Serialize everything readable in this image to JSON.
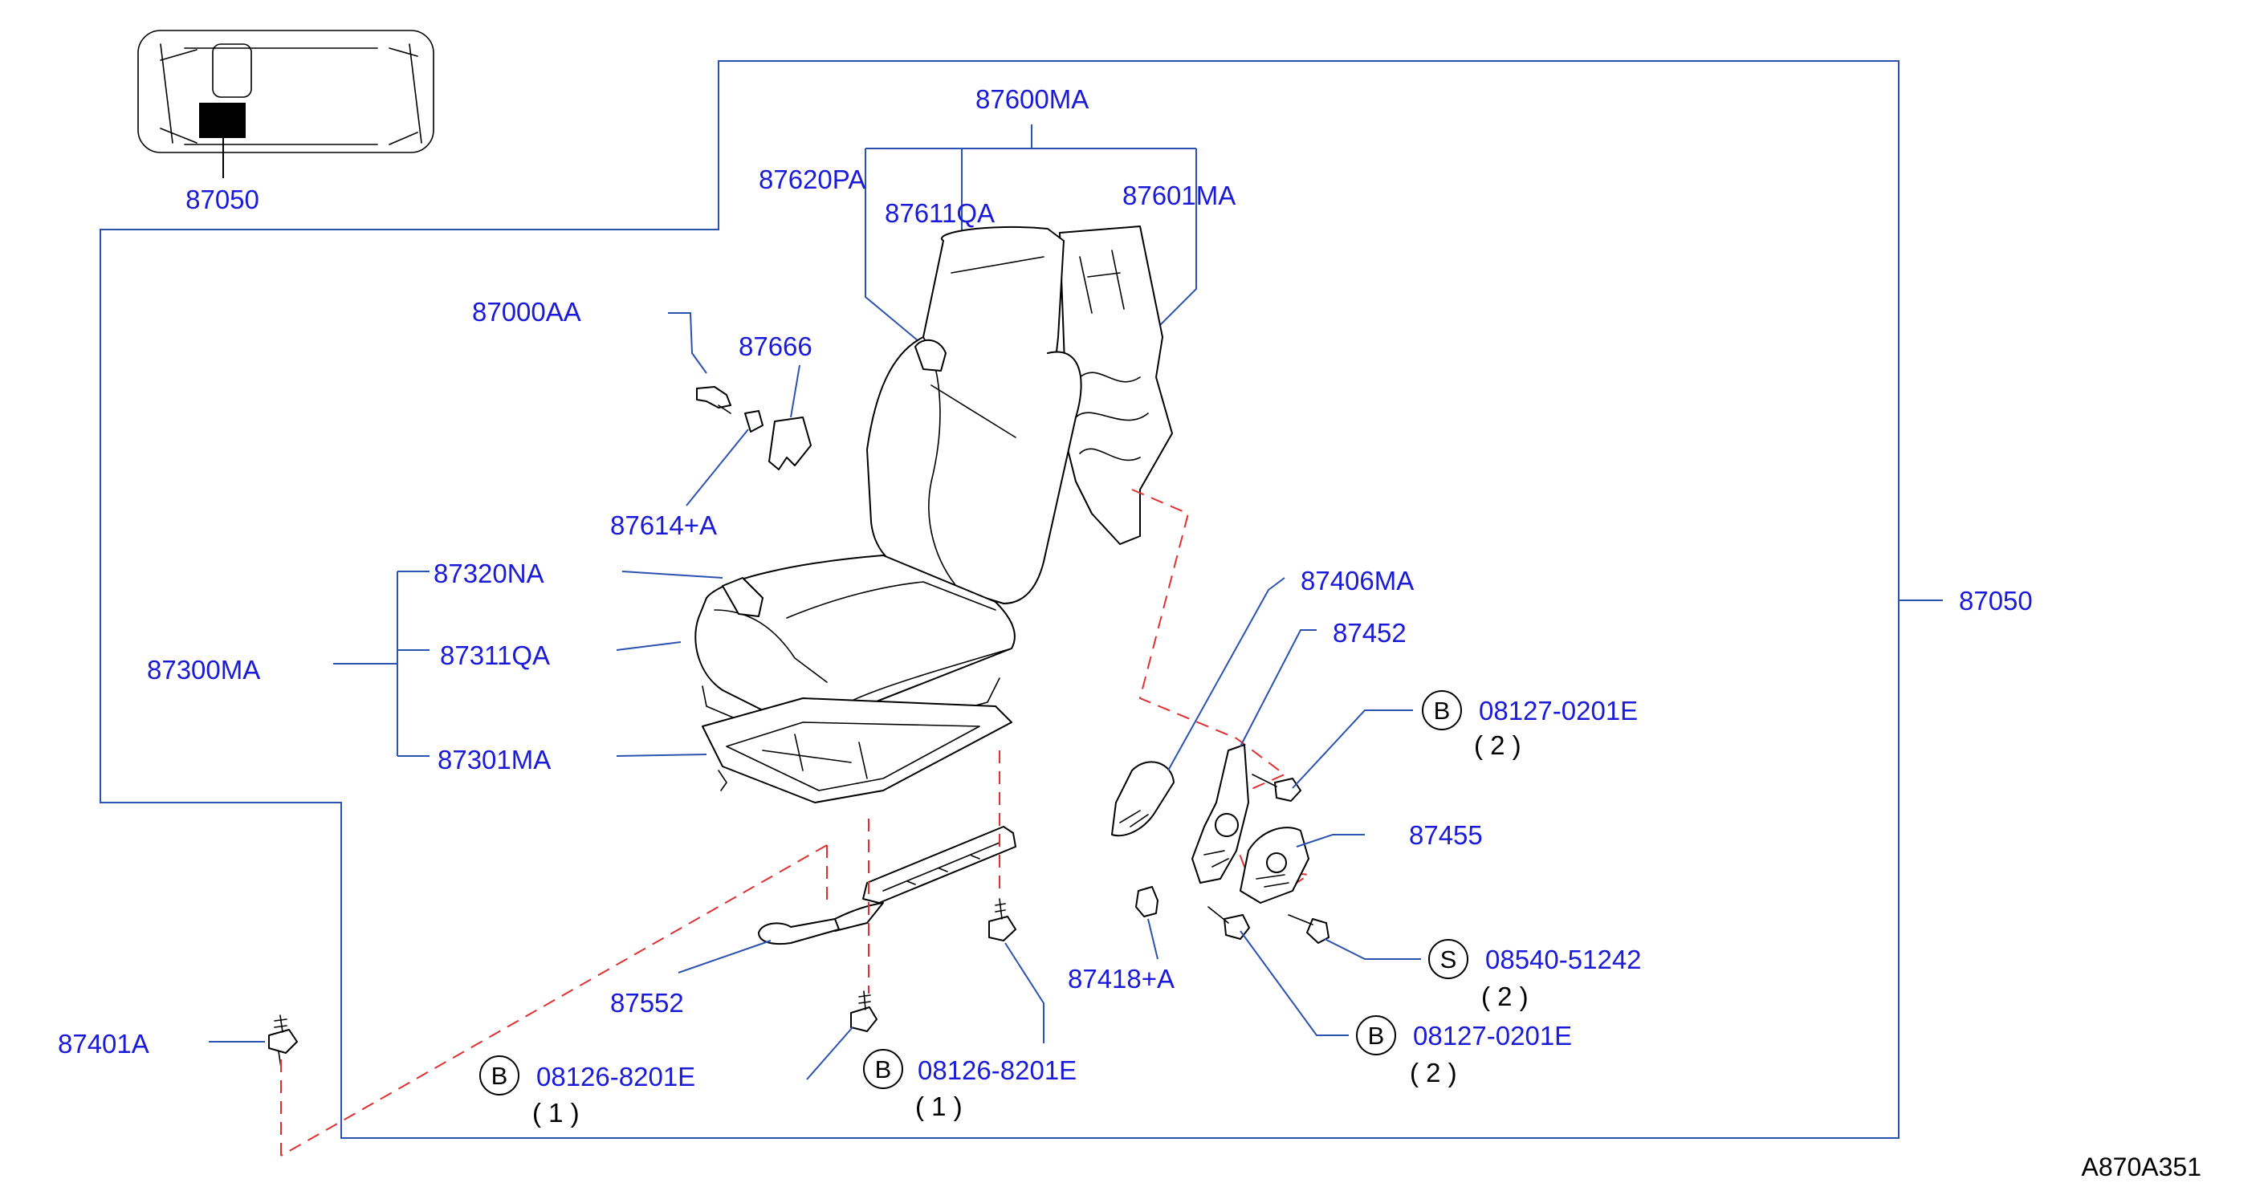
{
  "diagram": {
    "code": "A870A351",
    "colors": {
      "label": "#1a1ad8",
      "leader": "#2a52b0",
      "dashed": "#e03030",
      "ink": "#000000"
    },
    "labels": {
      "vehicle": "87050",
      "seat_back_assy": "87600MA",
      "trim_back": "87620PA",
      "pad_back": "87611QA",
      "frame_back": "87601MA",
      "headrest": "87000AA",
      "headrest_holder": "87666",
      "holder_lock": "87614+A",
      "trim_cushion": "87320NA",
      "cushion_assy": "87300MA",
      "pad_cushion": "87311QA",
      "frame_cushion": "87301MA",
      "cover_reclining": "87406MA",
      "lever_reclining": "87452",
      "recliner_device": "87455",
      "knob": "87418+A",
      "seat_assy": "87050",
      "adjuster_handle": "87552",
      "bolt_a": "87401A"
    },
    "fasteners": {
      "b1": {
        "letter": "B",
        "part": "08127-0201E",
        "qty": "( 2 )"
      },
      "s1": {
        "letter": "S",
        "part": "08540-51242",
        "qty": "( 2 )"
      },
      "b2": {
        "letter": "B",
        "part": "08127-0201E",
        "qty": "( 2 )"
      },
      "b3": {
        "letter": "B",
        "part": "08126-8201E",
        "qty": "( 1 )"
      },
      "b4": {
        "letter": "B",
        "part": "08126-8201E",
        "qty": "( 1 )"
      }
    }
  }
}
